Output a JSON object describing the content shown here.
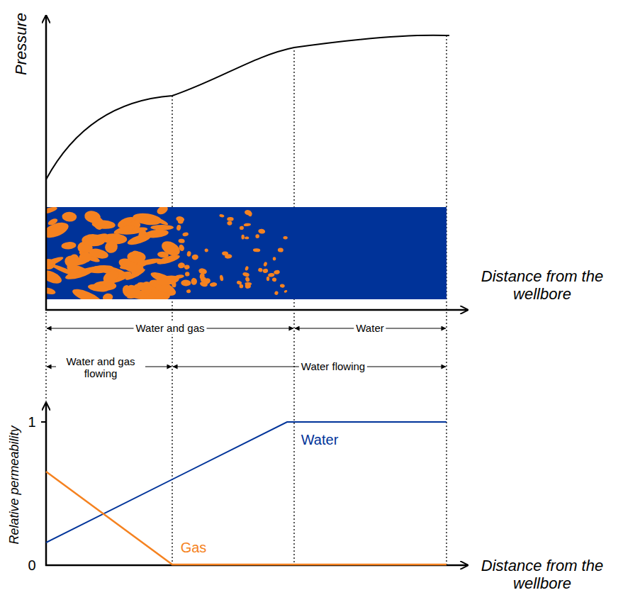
{
  "diagram": {
    "labels": [
      "Pressure",
      "Distance from the wellbore",
      "Water and gas",
      "Water",
      "Water and gas flowing",
      "Water flowing",
      "Relative permeability",
      "1",
      "0",
      "Distance from the wellbore",
      "Water",
      "Gas"
    ]
  }
}
